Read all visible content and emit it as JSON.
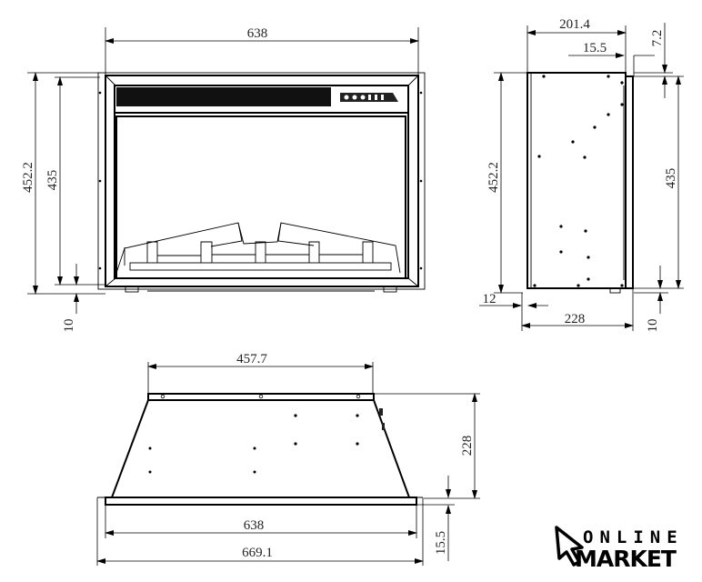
{
  "front_view": {
    "width_label": "638",
    "overall_height_label": "452.2",
    "inner_height_label": "435",
    "bottom_offset_label": "10"
  },
  "side_view": {
    "depth_label": "201.4",
    "flange_depth_label": "15.5",
    "top_offset_label": "7.2",
    "overall_height_label": "452.2",
    "inner_height_label": "435",
    "foot_label": "12",
    "total_depth_label": "228",
    "bottom_offset_label": "10"
  },
  "top_view": {
    "back_width_label": "457.7",
    "depth_label": "228",
    "trim_width_label": "638",
    "overall_width_label": "669.1",
    "trim_thickness_label": "15.5"
  },
  "logo": {
    "line1": "ONLINE",
    "line2": "MARKET"
  }
}
